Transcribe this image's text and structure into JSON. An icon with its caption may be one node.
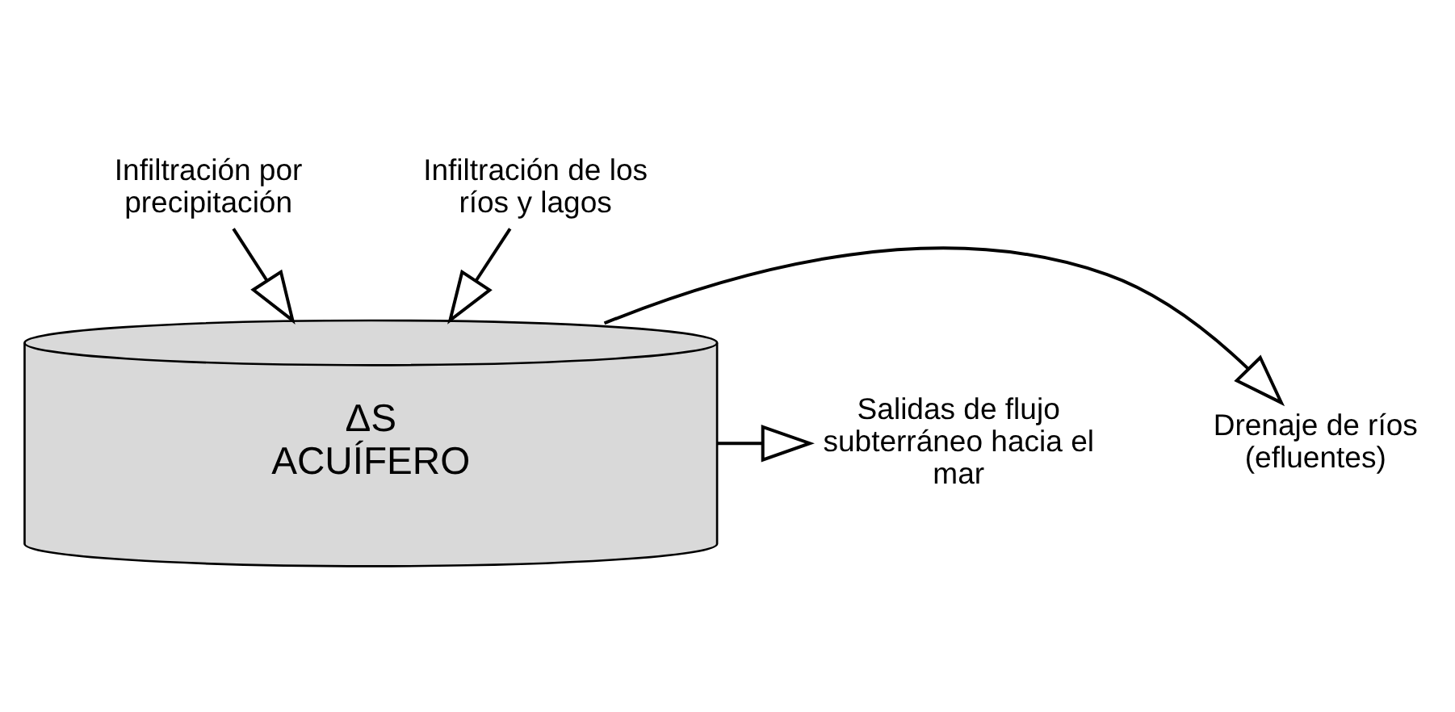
{
  "diagram": {
    "nodes": [
      {
        "text": [
          "Infiltración por precipitación"
        ]
      },
      {
        "text": [
          "Infiltración de los ríos y lagos"
        ]
      },
      {
        "text": [
          "ΔS",
          "ACUÍFERO"
        ]
      },
      {
        "text": [
          "Drenaje de ríos (efluentes)"
        ]
      },
      {
        "text": [
          "Salidas de flujo subterráneo hacia el mar"
        ]
      }
    ],
    "edges": [
      {
        "from": 0,
        "to": 2,
        "arrow": "to"
      },
      {
        "from": 1,
        "to": 2,
        "arrow": "to"
      },
      {
        "from": 2,
        "to": 3,
        "arrow": "to"
      },
      {
        "from": 2,
        "to": 4,
        "arrow": "to"
      }
    ]
  }
}
